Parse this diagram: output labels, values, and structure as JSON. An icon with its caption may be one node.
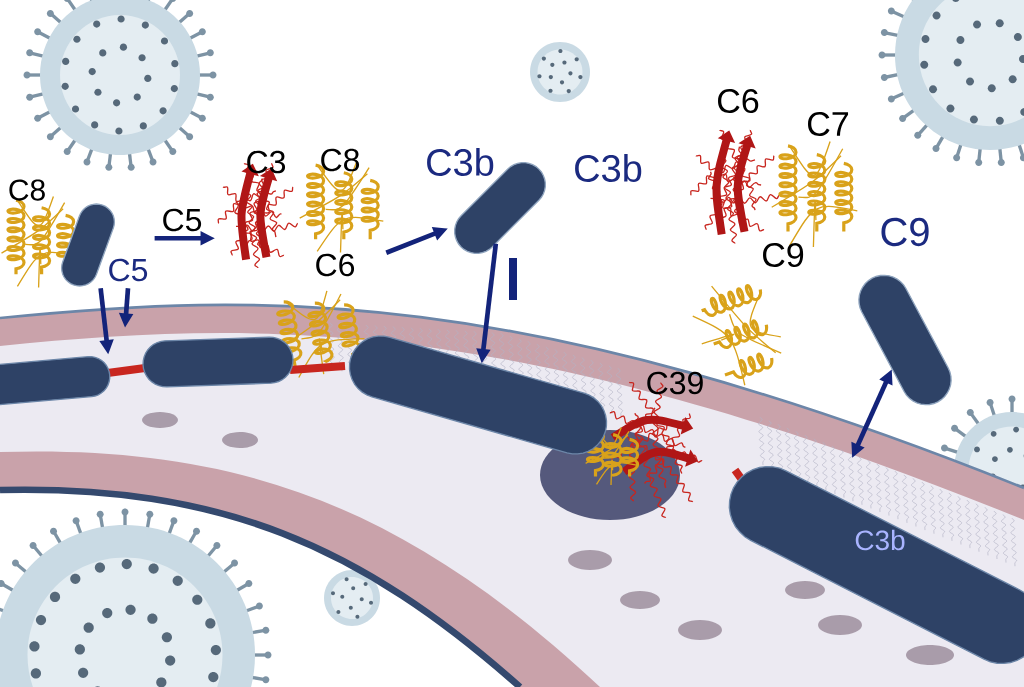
{
  "diagram": {
    "nodes": [
      {
        "text": [
          "C5"
        ]
      },
      {
        "text": [
          "C3"
        ]
      },
      {
        "text": [
          "C8"
        ]
      },
      {
        "text": [],
        "shape": "cylinder"
      },
      {
        "text": [
          "C5"
        ]
      },
      {
        "text": [],
        "shape": "band"
      },
      {
        "text": [],
        "shape": "cylinder",
        "in": 5
      },
      {
        "text": [],
        "shape": "cylinder",
        "in": 5
      },
      {
        "text": [],
        "shape": "cylinder"
      },
      {
        "text": [],
        "shape": "cylinder"
      },
      {
        "text": [],
        "shape": "cylinder",
        "in": 5
      },
      {
        "text": [],
        "shape": "cylinder",
        "in": 5
      }
    ],
    "edges": [
      {
        "from": 0,
        "to": 1,
        "arrow": "to"
      },
      {
        "from": 2,
        "to": 3,
        "arrow": "to"
      },
      {
        "from": 4,
        "to": 5,
        "arrow": "to"
      },
      {
        "from": 4,
        "to": 6,
        "arrow": "to"
      },
      {
        "from": 3,
        "to": 7,
        "arrow": "to"
      },
      {
        "from": 8,
        "to": 5,
        "arrow": "both"
      }
    ],
    "labels": [
      "C6",
      "C7",
      "C3b",
      "C3b",
      "C8",
      "C9",
      "C9",
      "C6",
      "C39",
      "C3b"
    ]
  }
}
